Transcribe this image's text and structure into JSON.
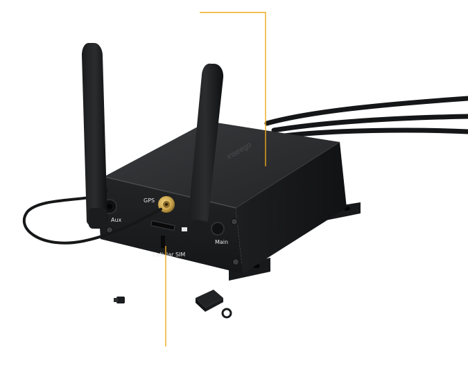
{
  "device": {
    "ports": {
      "gps": "GPS",
      "aux": "Aux",
      "main": "Main",
      "sim": "Cellular SIM"
    },
    "logo": "inseego"
  },
  "colors": {
    "callout_line": "#f0a81e",
    "device_body": "#1c1d1f",
    "antenna": "#141516",
    "connector_gold": "#c9a24a",
    "background": "#ffffff"
  }
}
